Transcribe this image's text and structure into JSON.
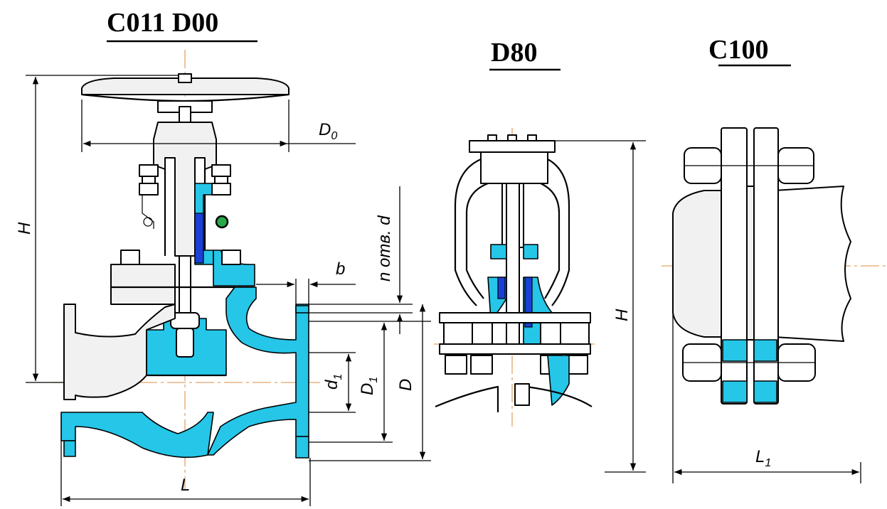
{
  "titles": {
    "left": "C011 D00",
    "middle": "D80",
    "right": "C100"
  },
  "dimensions": {
    "H_left": "H",
    "D0": "D",
    "D0_sub": "0",
    "n_d": "n отв. d",
    "b": "b",
    "d1": "d",
    "d1_sub": "1",
    "D1": "D",
    "D1_sub": "1",
    "D": "D",
    "L": "L",
    "H_middle": "H",
    "L1": "L",
    "L1_sub": "1"
  },
  "colors": {
    "cyan": "#25c6e8",
    "blue": "#1a3fd6",
    "axis": "#e2a36a",
    "ink": "#000000"
  }
}
